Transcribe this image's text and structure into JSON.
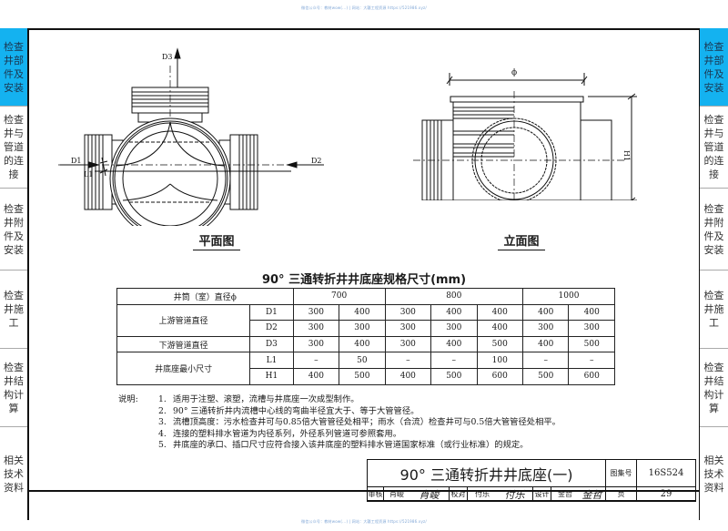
{
  "watermark": {
    "top": "微信公众号：教材wow(...) | 网站：大疆工程资源 https://521986.xyz/",
    "bottom": "微信公众号：教材wow(...) | 网站：大疆工程资源 https://521986.xyz/"
  },
  "side_nav": {
    "items": [
      {
        "label": "检查井部件及安装",
        "active": true
      },
      {
        "label": "检查井与管道的连接",
        "active": false
      },
      {
        "label": "检查井附件及安装",
        "active": false
      },
      {
        "label": "检查井施工",
        "active": false
      },
      {
        "label": "检查井结构计算",
        "active": false
      },
      {
        "label": "相关技术资料",
        "active": false
      }
    ],
    "active_color": "#14b2f0"
  },
  "drawings": {
    "plan": {
      "label": "平面图",
      "annotations": {
        "d1": "D1",
        "d2": "D2",
        "d3": "D3",
        "l1": "L1"
      }
    },
    "elevation": {
      "label": "立面图",
      "annotations": {
        "phi": "ϕ",
        "h1": "H1"
      }
    }
  },
  "table": {
    "title": "90° 三通转折井井底座规格尺寸(mm)",
    "header_label": "井筒（室）直径ϕ",
    "groups": [
      {
        "label": "700",
        "span": 2
      },
      {
        "label": "800",
        "span": 3
      },
      {
        "label": "1000",
        "span": 2
      }
    ],
    "rows": [
      {
        "group": "上游管道直径",
        "code": "D1",
        "values": [
          "300",
          "400",
          "300",
          "400",
          "400",
          "400",
          "400"
        ]
      },
      {
        "group": "上游管道直径",
        "code": "D2",
        "values": [
          "300",
          "300",
          "300",
          "300",
          "400",
          "300",
          "300"
        ]
      },
      {
        "group": "下游管道直径",
        "code": "D3",
        "values": [
          "300",
          "400",
          "300",
          "400",
          "500",
          "400",
          "500"
        ]
      },
      {
        "group": "井底座最小尺寸",
        "code": "L1",
        "values": [
          "–",
          "50",
          "–",
          "–",
          "100",
          "–",
          "–"
        ]
      },
      {
        "group": "井底座最小尺寸",
        "code": "H1",
        "values": [
          "400",
          "500",
          "400",
          "500",
          "600",
          "500",
          "600"
        ]
      }
    ]
  },
  "notes": {
    "label": "说明:",
    "items": [
      "适用于注塑、滚塑，流槽与井底座一次成型制作。",
      "90° 三通转折井内流槽中心线的弯曲半径宜大于、等于大管管径。",
      "流槽顶高度：污水检查井可与0.85倍大管管径处相平；雨水（合流）检查井可与0.5倍大管管径处相平。",
      "连接的塑料排水管道为内径系列，外径系列管道可参照套用。",
      "井底座的承口、插口尺寸应符合接入该井底座的塑料排水管道国家标准（或行业标准）的规定。"
    ]
  },
  "title_block": {
    "title": "90° 三通转折井井底座(一)",
    "atlas_label": "图集号",
    "atlas_no": "16S524",
    "review_label": "审核",
    "review_name": "肖峻",
    "review_sig": "肖峻",
    "check_label": "校对",
    "check_name": "付乐",
    "check_sig": "付乐",
    "design_label": "设计",
    "design_name": "金哲",
    "design_sig": "金哲",
    "page_label": "页",
    "page_no": "29"
  }
}
